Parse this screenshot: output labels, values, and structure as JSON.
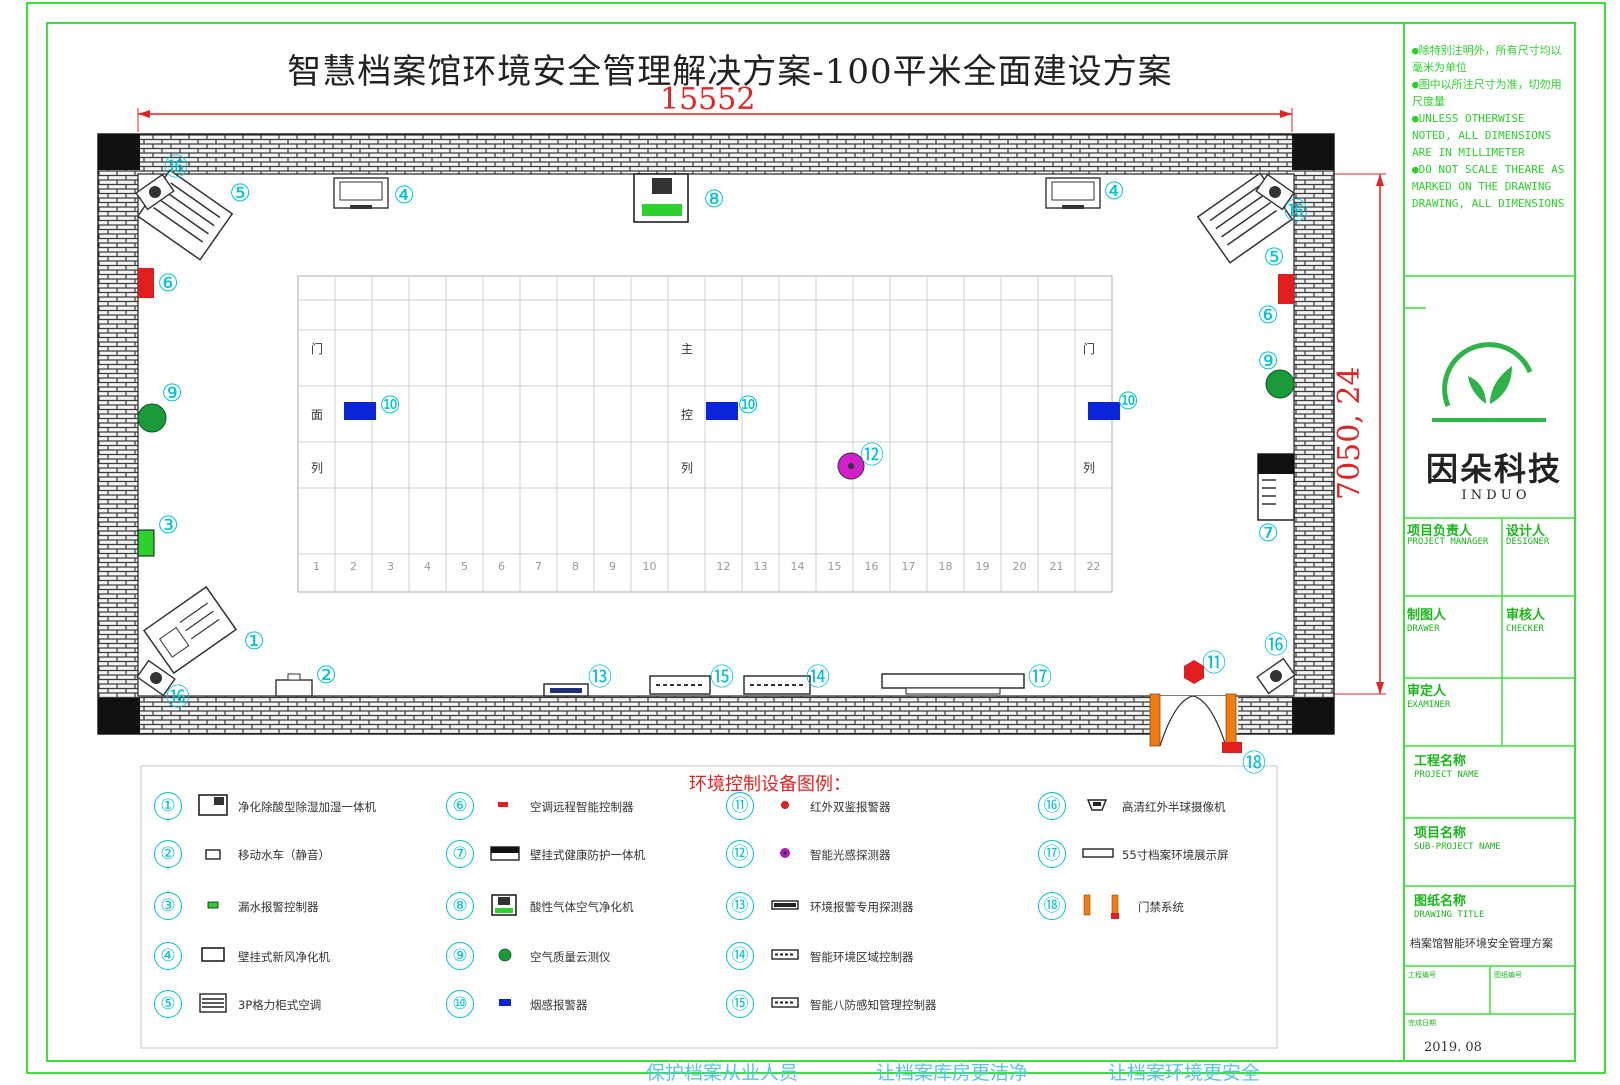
{
  "title": "智慧档案馆环境安全管理解决方案-100平米全面建设方案",
  "dimensions": {
    "width_label": "15552",
    "height_label": "7050, 24"
  },
  "notes": [
    "●除特别注明外，所有尺寸均以毫米为单位",
    "●图中以所注尺寸为准，切勿用尺度量",
    "●UNLESS OTHERWISE NOTED, ALL DIMENSIONS ARE IN MILLIMETER",
    "●DO NOT SCALE THEARE AS MARKED ON THE DRAWING DRAWING, ALL DIMENSIONS"
  ],
  "brand": {
    "name": "因朵科技",
    "letters": "I N D U O",
    "color": "#2db34a"
  },
  "title_block": {
    "project_manager": {
      "cn": "项目负责人",
      "en": "PROJECT MANAGER"
    },
    "designer": {
      "cn": "设计人",
      "en": "DESIGNER"
    },
    "drawer": {
      "cn": "制图人",
      "en": "DRAWER"
    },
    "checker": {
      "cn": "审核人",
      "en": "CHECKER"
    },
    "examiner": {
      "cn": "审定人",
      "en": "EXAMINER"
    },
    "project_name": {
      "cn": "工程名称",
      "en": "PROJECT NAME"
    },
    "sub_project_name": {
      "cn": "项目名称",
      "en": "SUB-PROJECT NAME"
    },
    "drawing_title": {
      "cn": "图纸名称",
      "en": "DRAWING TITLE",
      "value": "档案馆智能环境安全管理方案"
    },
    "project_no": "工程编号",
    "drawing_no": "图纸编号",
    "date_label": "完成日期",
    "date": "2019. 08"
  },
  "rack_labels": {
    "left": [
      "门",
      "面",
      "列"
    ],
    "center": [
      "主",
      "控",
      "列"
    ],
    "right": [
      "门",
      "",
      "列"
    ]
  },
  "rack_columns": [
    "1",
    "2",
    "3",
    "4",
    "5",
    "6",
    "7",
    "8",
    "9",
    "10",
    "",
    "12",
    "13",
    "14",
    "15",
    "16",
    "17",
    "18",
    "19",
    "20",
    "21",
    "22"
  ],
  "legend_title": "环境控制设备图例：",
  "legend": [
    {
      "num": "①",
      "label": "净化除酸型除湿加湿一体机"
    },
    {
      "num": "②",
      "label": "移动水车（静音）"
    },
    {
      "num": "③",
      "label": "漏水报警控制器"
    },
    {
      "num": "④",
      "label": "壁挂式新风净化机"
    },
    {
      "num": "⑤",
      "label": "3P格力柜式空调"
    },
    {
      "num": "⑥",
      "label": "空调远程智能控制器"
    },
    {
      "num": "⑦",
      "label": "壁挂式健康防护一体机"
    },
    {
      "num": "⑧",
      "label": "酸性气体空气净化机"
    },
    {
      "num": "⑨",
      "label": "空气质量云测仪"
    },
    {
      "num": "⑩",
      "label": "烟感报警器"
    },
    {
      "num": "⑪",
      "label": "红外双鉴报警器"
    },
    {
      "num": "⑫",
      "label": "智能光感探测器"
    },
    {
      "num": "⑬",
      "label": "环境报警专用探测器"
    },
    {
      "num": "⑭",
      "label": "智能环境区域控制器"
    },
    {
      "num": "⑮",
      "label": "智能八防感知管理控制器"
    },
    {
      "num": "⑯",
      "label": "高清红外半球摄像机"
    },
    {
      "num": "⑰",
      "label": "55寸档案环境展示屏"
    },
    {
      "num": "⑱",
      "label": "门禁系统"
    }
  ],
  "plan_markers": [
    {
      "num": "⑯"
    },
    {
      "num": "⑤"
    },
    {
      "num": "④"
    },
    {
      "num": "⑧"
    },
    {
      "num": "④"
    },
    {
      "num": "⑯"
    },
    {
      "num": "⑤"
    },
    {
      "num": "⑥"
    },
    {
      "num": "⑥"
    },
    {
      "num": "⑨"
    },
    {
      "num": "⑨"
    },
    {
      "num": "⑩"
    },
    {
      "num": "⑩"
    },
    {
      "num": "⑩"
    },
    {
      "num": "⑫"
    },
    {
      "num": "③"
    },
    {
      "num": "⑦"
    },
    {
      "num": "①"
    },
    {
      "num": "⑯"
    },
    {
      "num": "②"
    },
    {
      "num": "⑬"
    },
    {
      "num": "⑮"
    },
    {
      "num": "⑭"
    },
    {
      "num": "⑰"
    },
    {
      "num": "⑪"
    },
    {
      "num": "⑯"
    },
    {
      "num": "⑱"
    }
  ],
  "footer": [
    "保护档案从业人员",
    "让档案库房更洁净",
    "让档案环境更安全"
  ],
  "colors": {
    "frame": "#3be03b",
    "dimension": "#e02424",
    "marker": "#00c3d6",
    "smoke": "#0a25d6",
    "air_quality": "#1a9a3a",
    "controller": "#e21d1d",
    "door": "#f07d14"
  }
}
